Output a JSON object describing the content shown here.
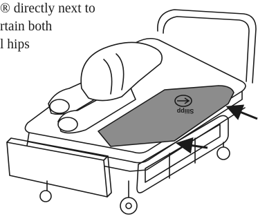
{
  "caption": {
    "lines": [
      "® directly next to",
      "rtain both",
      "l hips"
    ]
  },
  "sheet": {
    "logo_text": "Sliipp"
  },
  "colors": {
    "ink": "#1a1a1a",
    "sheet_fill": "#8c8c8c",
    "background": "#ffffff"
  },
  "icons": [
    "arrow-right-icon",
    "sheet-logo-icon"
  ]
}
